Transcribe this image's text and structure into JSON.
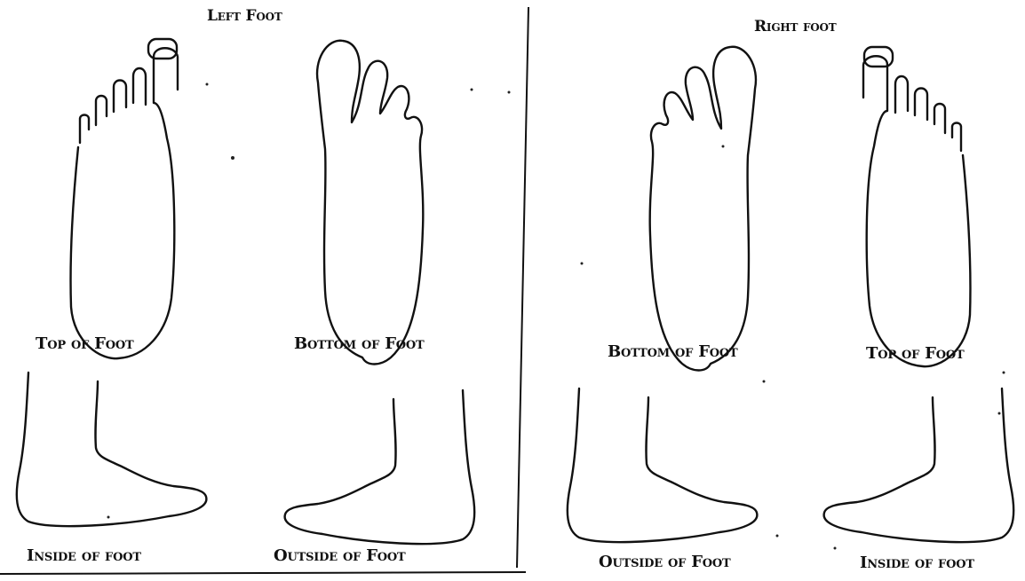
{
  "left_panel": {
    "title": "Left Foot",
    "captions": {
      "top_view": "Top of Foot",
      "bottom_view": "Bottom of Foot",
      "inside_view": "Inside of foot",
      "outside_view": "Outside of Foot"
    }
  },
  "right_panel": {
    "title": "Right foot",
    "captions": {
      "bottom_view": "Bottom of Foot",
      "top_view": "Top of Foot",
      "outside_view": "Outside of Foot",
      "inside_view": "Inside of foot"
    }
  },
  "colors": {
    "ink": "#111111",
    "paper": "#ffffff"
  }
}
